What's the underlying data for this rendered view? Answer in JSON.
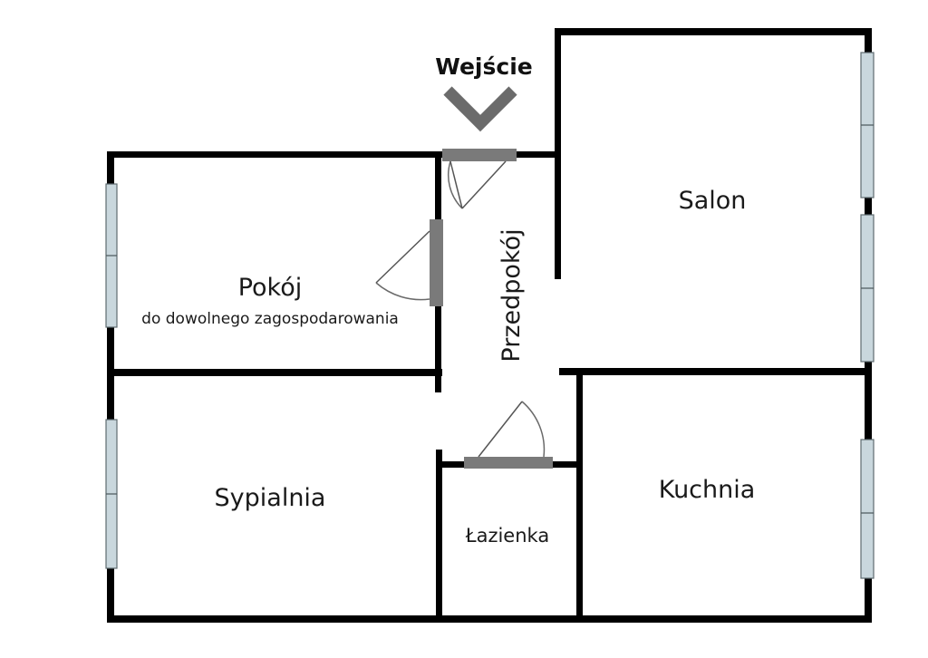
{
  "entry": {
    "label": "Wejście"
  },
  "rooms": {
    "pokoj": {
      "name": "Pokój",
      "note": "do dowolnego zagospodarowania"
    },
    "salon": {
      "name": "Salon"
    },
    "przedpokoj": {
      "name": "Przedpokój"
    },
    "sypialnia": {
      "name": "Sypialnia"
    },
    "kuchnia": {
      "name": "Kuchnia"
    },
    "lazienka": {
      "name": "Łazienka"
    }
  },
  "colors": {
    "wall": "#000000",
    "door": "#7a7a7a",
    "window_glass": "#c9d7dd",
    "arrow": "#6b6b6b"
  }
}
